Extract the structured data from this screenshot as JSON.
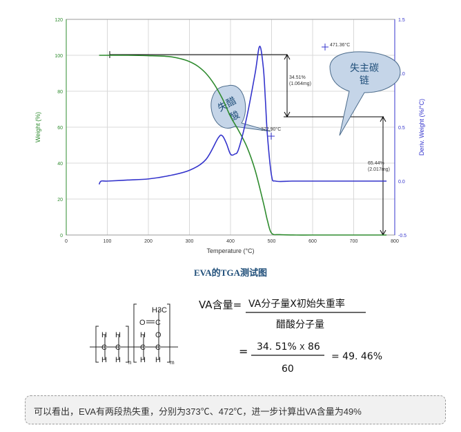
{
  "chart_data": {
    "type": "line",
    "xlabel": "Temperature (°C)",
    "ylabel": "Weight (%)",
    "y2label": "Deriv. Weight (%/°C)",
    "xlim": [
      0,
      800
    ],
    "ylim": [
      0,
      120
    ],
    "y2lim": [
      -0.5,
      1.5
    ],
    "xticks": [
      "0",
      "100",
      "200",
      "300",
      "400",
      "500",
      "600",
      "700",
      "800"
    ],
    "yticks": [
      "0",
      "20",
      "40",
      "60",
      "80",
      "100",
      "120"
    ],
    "y2ticks": [
      "-0.5",
      "0.0",
      "0.5",
      "1.0",
      "1.5"
    ],
    "grid": true,
    "series": [
      {
        "axis": "left",
        "color": "#2e8b2e",
        "x": [
          80,
          150,
          200,
          250,
          280,
          300,
          320,
          340,
          360,
          380,
          400,
          420,
          440,
          460,
          480,
          490,
          500,
          520,
          560,
          600,
          700,
          780
        ],
        "y": [
          100,
          100,
          99.8,
          99.3,
          98,
          96.5,
          94,
          90,
          84,
          76,
          66,
          58,
          49,
          36,
          18,
          8,
          1,
          0.2,
          0,
          0,
          0,
          0
        ]
      },
      {
        "axis": "right",
        "color": "#3333cc",
        "x": [
          80,
          85,
          100,
          150,
          200,
          250,
          300,
          340,
          370,
          380,
          390,
          400,
          410,
          420,
          440,
          460,
          471,
          480,
          485,
          490,
          500,
          510,
          550,
          600,
          700,
          780
        ],
        "y": [
          -0.03,
          0.0,
          0.0,
          0.01,
          0.02,
          0.05,
          0.1,
          0.2,
          0.4,
          0.42,
          0.35,
          0.25,
          0.25,
          0.3,
          0.6,
          1.0,
          1.25,
          1.05,
          0.75,
          0.42,
          0.05,
          0.0,
          0.0,
          0.0,
          0.0,
          0.0
        ]
      }
    ],
    "annotations": {
      "peak1": "372.90°C",
      "peak2": "471.36°C",
      "step1_pct": "34.51%",
      "step1_mg": "(1.064mg)",
      "step2_pct": "65.44%",
      "step2_mg": "(2.017mg)",
      "bubble1": [
        "失醋",
        "酸"
      ],
      "bubble2": [
        "失主碳",
        "链"
      ]
    }
  },
  "caption": "EVA的TGA测试图",
  "formula": {
    "lhs": "VA含量=",
    "numerator": "VA分子量X初始失重率",
    "denominator": "醋酸分子量",
    "eq2": "=",
    "num2a": "34. 51%",
    "num2x": "X",
    "num2b": "86",
    "den2": "60",
    "result": "= 49. 46%",
    "struct": {
      "ch3": "H3C",
      "c_label": "C",
      "o_label": "O",
      "h": "H",
      "sub_n": "n",
      "sub_m": "m"
    }
  },
  "note": "可以看出，EVA有两段热失重，分别为373℃、472℃，进一步计算出VA含量为49%"
}
